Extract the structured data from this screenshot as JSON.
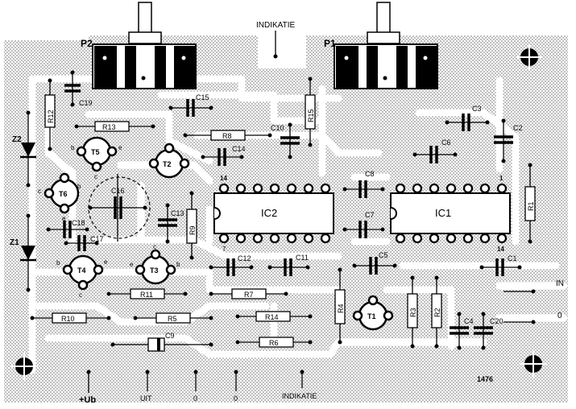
{
  "top_labels": {
    "indikatie_top": "INDIKATIE",
    "indikatie_bottom": "INDIKATIE"
  },
  "pots": [
    {
      "id": "p2",
      "label": "P2"
    },
    {
      "id": "p1",
      "label": "P1"
    }
  ],
  "ics": [
    {
      "id": "ic2",
      "label": "IC2",
      "pin_a": "14",
      "pin_b": "7"
    },
    {
      "id": "ic1",
      "label": "IC1",
      "pin_a": "1",
      "pin_b": "14"
    }
  ],
  "transistors": [
    {
      "id": "t5",
      "label": "T5",
      "b": "b",
      "c": "c",
      "e": "e"
    },
    {
      "id": "t2",
      "label": "T2"
    },
    {
      "id": "t6",
      "label": "T6",
      "b": "b",
      "c": "c",
      "e": "e"
    },
    {
      "id": "t4",
      "label": "T4",
      "b": "b",
      "c": "c",
      "e": "e"
    },
    {
      "id": "t3",
      "label": "T3",
      "b": "b",
      "c": "c",
      "e": "e"
    },
    {
      "id": "t1",
      "label": "T1"
    }
  ],
  "resistors": [
    "R12",
    "R13",
    "R8",
    "R15",
    "R9",
    "R11",
    "R7",
    "R10",
    "R5",
    "R14",
    "R6",
    "R4",
    "R3",
    "R2",
    "R1"
  ],
  "capacitors": [
    "C19",
    "C15",
    "C14",
    "C10",
    "C16",
    "C13",
    "C18",
    "C17",
    "C12",
    "C11",
    "C8",
    "C7",
    "C5",
    "C6",
    "C3",
    "C2",
    "C4",
    "C20",
    "C1",
    "C9"
  ],
  "zeners": [
    "Z2",
    "Z1"
  ],
  "terminals": {
    "in": "IN",
    "zero_right": "0",
    "ub": "+Ub",
    "uit": "UIT",
    "zero_a": "0",
    "zero_b": "0"
  },
  "board_number": "1476"
}
